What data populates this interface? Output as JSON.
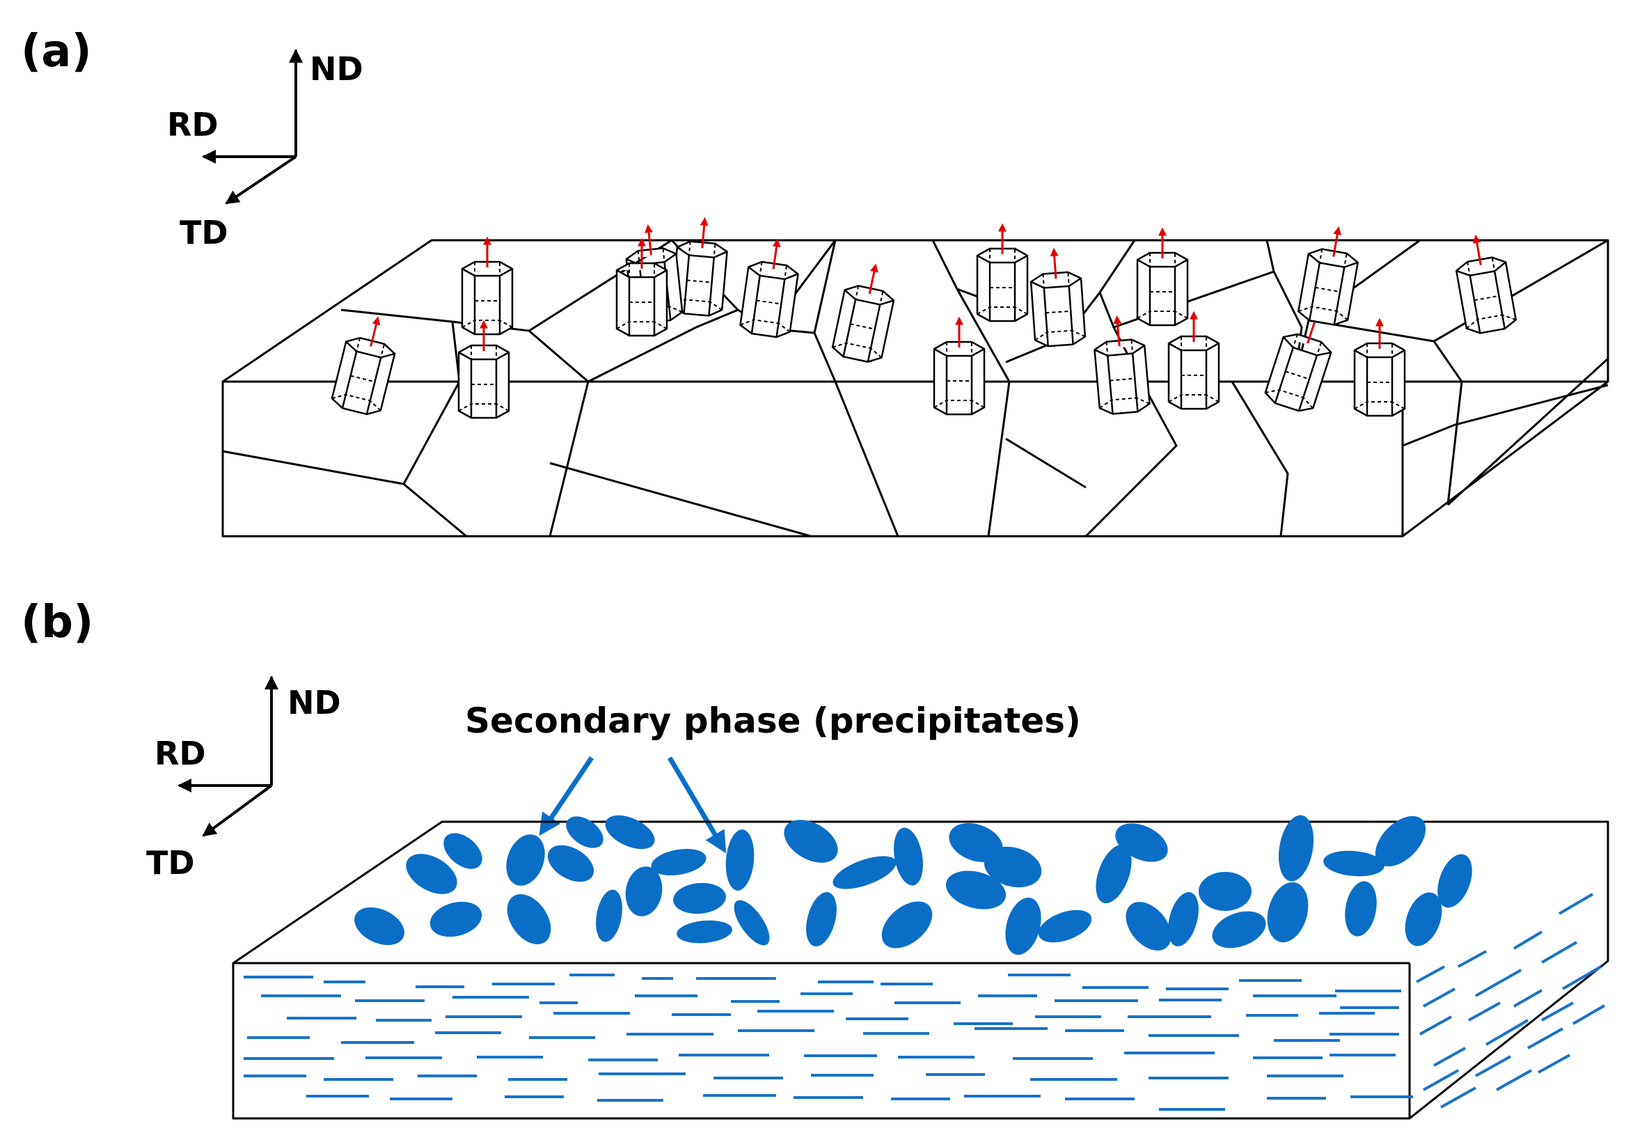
{
  "panel_a": {
    "label": "(a)",
    "axes": {
      "nd": "ND",
      "rd": "RD",
      "td": "TD"
    }
  },
  "panel_b": {
    "label": "(b)",
    "axes": {
      "nd": "ND",
      "rd": "RD",
      "td": "TD"
    },
    "annotation": "Secondary phase (precipitates)"
  },
  "colors": {
    "precipitate": "#0a6ec7",
    "c_axis_arrow": "#e00000",
    "outline": "#000000"
  }
}
